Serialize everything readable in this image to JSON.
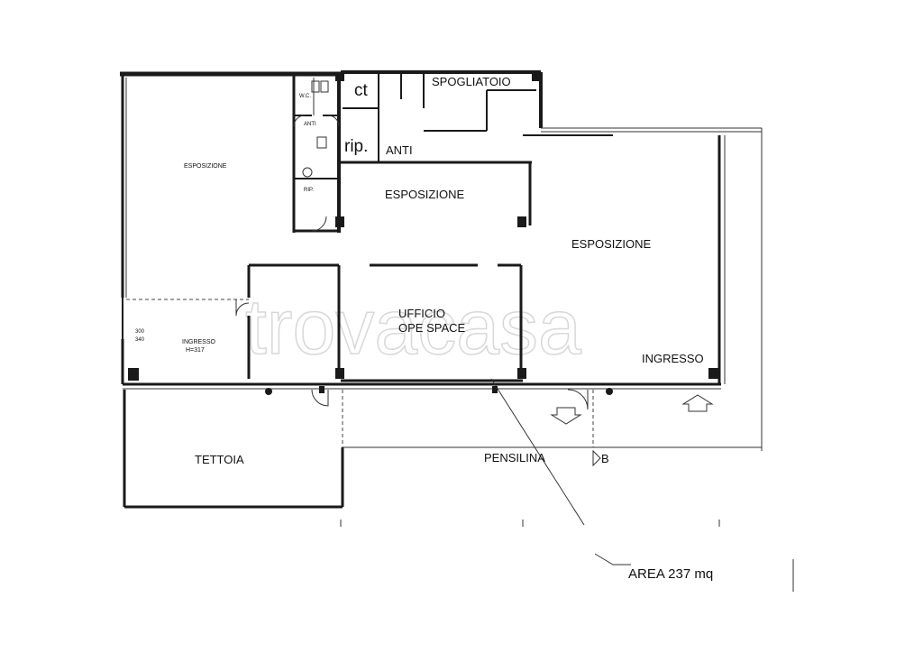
{
  "rooms": {
    "esposizione_left": "ESPOSIZIONE",
    "ingresso_left": "INGRESSO",
    "ingresso_left_height": "H=317",
    "ct": "ct",
    "spogliatoio": "SPOGLIATOIO",
    "rip": "rip.",
    "anti": "ANTI",
    "wc": "W.C.",
    "anti_small": "ANTI",
    "rip_small": "RIP.",
    "esposizione_center": "ESPOSIZIONE",
    "esposizione_right": "ESPOSIZIONE",
    "ufficio_line1": "UFFICIO",
    "ufficio_line2": "OPE SPACE",
    "ingresso_right": "INGRESSO",
    "tettoia": "TETTOIA",
    "pensilina": "PENSILINA"
  },
  "section_marker": "B",
  "dimensions": {
    "window_left": "300",
    "window_left_2": "340"
  },
  "area_label": "AREA 237 mq",
  "watermark": "trovacasa",
  "colors": {
    "wall": "#1a1a1a",
    "background": "#ffffff",
    "watermark": "#d8d8d8"
  }
}
